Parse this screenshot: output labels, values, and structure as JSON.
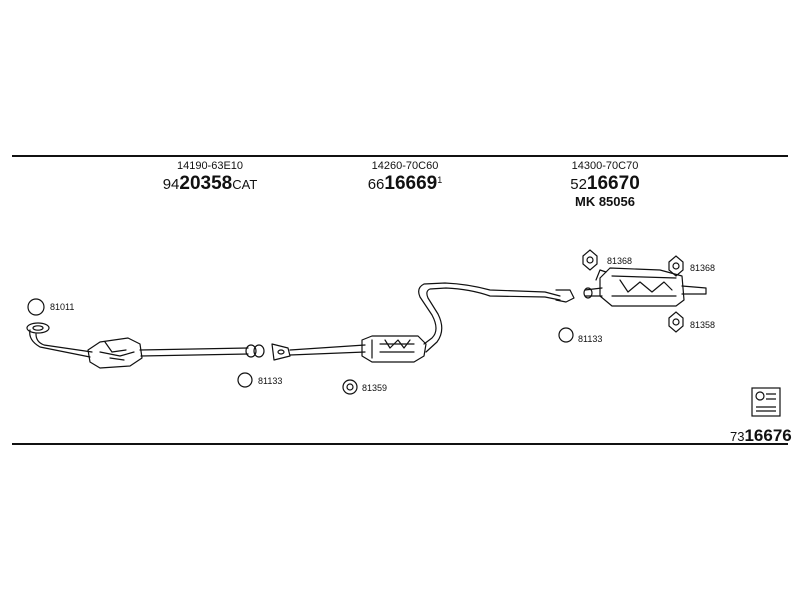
{
  "parts": [
    {
      "oe_number": "14190-63E10",
      "prefix": "94",
      "main": "20358",
      "suffix": "CAT",
      "sup": "",
      "kit": ""
    },
    {
      "oe_number": "14260-70C60",
      "prefix": "66",
      "main": "16669",
      "suffix": "",
      "sup": "1",
      "kit": ""
    },
    {
      "oe_number": "14300-70C70",
      "prefix": "52",
      "main": "16670",
      "suffix": "",
      "sup": "",
      "kit": "MK 85056"
    }
  ],
  "fitting_labels": {
    "f81011": "81011",
    "f81133_a": "81133",
    "f81359": "81359",
    "f81133_b": "81133",
    "f81368_a": "81368",
    "f81368_b": "81368",
    "f81358": "81358"
  },
  "catalog": {
    "prefix": "73",
    "main": "16676"
  },
  "icons": {
    "kit_box": "fitting-kit-icon"
  }
}
